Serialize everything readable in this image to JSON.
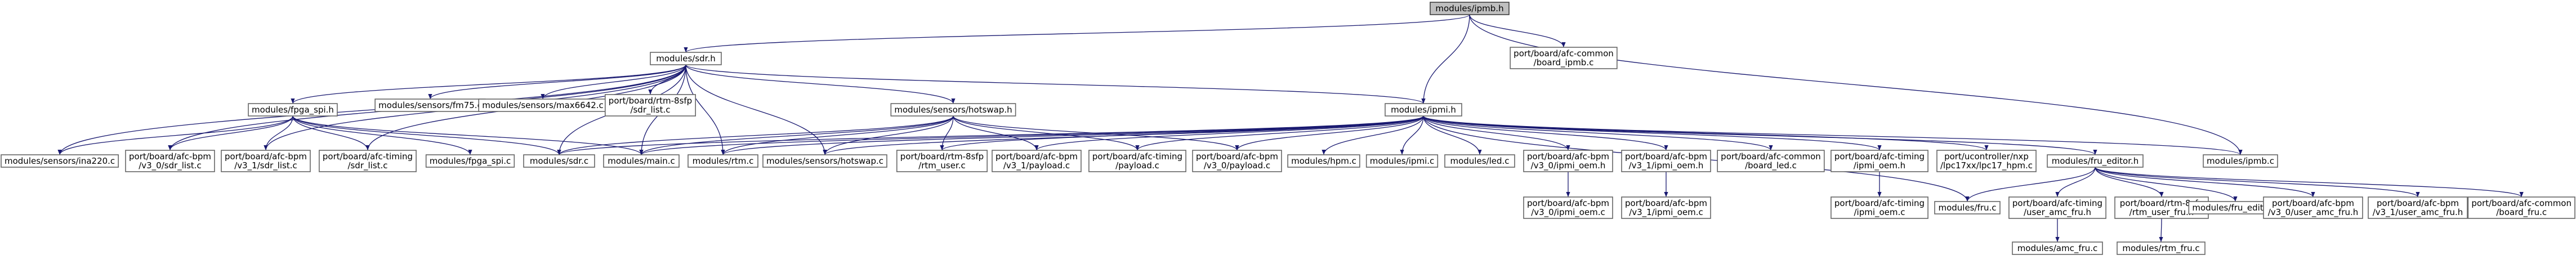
{
  "root": "modules/ipmb.h",
  "nodes": [
    {
      "id": "ipmb_h",
      "lines": [
        "modules/ipmb.h"
      ],
      "root": true
    },
    {
      "id": "sdr_h",
      "lines": [
        "modules/sdr.h"
      ]
    },
    {
      "id": "common_ipmb_c",
      "lines": [
        "port/board/afc-common",
        "/board_ipmb.c"
      ]
    },
    {
      "id": "ipmi_h",
      "lines": [
        "modules/ipmi.h"
      ]
    },
    {
      "id": "ipmb_c",
      "lines": [
        "modules/ipmb.c"
      ]
    },
    {
      "id": "fpga_spi_h",
      "lines": [
        "modules/fpga_spi.h"
      ]
    },
    {
      "id": "fm75_c",
      "lines": [
        "modules/sensors/fm75.c"
      ]
    },
    {
      "id": "max6642_c",
      "lines": [
        "modules/sensors/max6642.c"
      ]
    },
    {
      "id": "rtm8sfp_sdr_list",
      "lines": [
        "port/board/rtm-8sfp",
        "/sdr_list.c"
      ]
    },
    {
      "id": "hotswap_h",
      "lines": [
        "modules/sensors/hotswap.h"
      ]
    },
    {
      "id": "ina220_c",
      "lines": [
        "modules/sensors/ina220.c"
      ]
    },
    {
      "id": "bpm_v3_0_sdr_list",
      "lines": [
        "port/board/afc-bpm",
        "/v3_0/sdr_list.c"
      ]
    },
    {
      "id": "bpm_v3_1_sdr_list",
      "lines": [
        "port/board/afc-bpm",
        "/v3_1/sdr_list.c"
      ]
    },
    {
      "id": "timing_sdr_list",
      "lines": [
        "port/board/afc-timing",
        "/sdr_list.c"
      ]
    },
    {
      "id": "fpga_spi_c",
      "lines": [
        "modules/fpga_spi.c"
      ]
    },
    {
      "id": "sdr_c",
      "lines": [
        "modules/sdr.c"
      ]
    },
    {
      "id": "main_c",
      "lines": [
        "modules/main.c"
      ]
    },
    {
      "id": "rtm_c",
      "lines": [
        "modules/rtm.c"
      ]
    },
    {
      "id": "hotswap_c",
      "lines": [
        "modules/sensors/hotswap.c"
      ]
    },
    {
      "id": "rtm8sfp_rtm_user",
      "lines": [
        "port/board/rtm-8sfp",
        "/rtm_user.c"
      ]
    },
    {
      "id": "bpm_v3_1_payload",
      "lines": [
        "port/board/afc-bpm",
        "/v3_1/payload.c"
      ]
    },
    {
      "id": "timing_payload",
      "lines": [
        "port/board/afc-timing",
        "/payload.c"
      ]
    },
    {
      "id": "bpm_v3_0_payload",
      "lines": [
        "port/board/afc-bpm",
        "/v3_0/payload.c"
      ]
    },
    {
      "id": "hpm_c",
      "lines": [
        "modules/hpm.c"
      ]
    },
    {
      "id": "ipmi_c",
      "lines": [
        "modules/ipmi.c"
      ]
    },
    {
      "id": "led_c",
      "lines": [
        "modules/led.c"
      ]
    },
    {
      "id": "bpm_v3_0_ipmi_oem_h",
      "lines": [
        "port/board/afc-bpm",
        "/v3_0/ipmi_oem.h"
      ]
    },
    {
      "id": "bpm_v3_1_ipmi_oem_h",
      "lines": [
        "port/board/afc-bpm",
        "/v3_1/ipmi_oem.h"
      ]
    },
    {
      "id": "common_board_led",
      "lines": [
        "port/board/afc-common",
        "/board_led.c"
      ]
    },
    {
      "id": "timing_ipmi_oem_h",
      "lines": [
        "port/board/afc-timing",
        "/ipmi_oem.h"
      ]
    },
    {
      "id": "lpc17_hpm",
      "lines": [
        "port/ucontroller/nxp",
        "/lpc17xx/lpc17_hpm.c"
      ]
    },
    {
      "id": "fru_editor_h",
      "lines": [
        "modules/fru_editor.h"
      ]
    },
    {
      "id": "bpm_v3_0_ipmi_oem_c",
      "lines": [
        "port/board/afc-bpm",
        "/v3_0/ipmi_oem.c"
      ]
    },
    {
      "id": "bpm_v3_1_ipmi_oem_c",
      "lines": [
        "port/board/afc-bpm",
        "/v3_1/ipmi_oem.c"
      ]
    },
    {
      "id": "timing_ipmi_oem_c",
      "lines": [
        "port/board/afc-timing",
        "/ipmi_oem.c"
      ]
    },
    {
      "id": "fru_c",
      "lines": [
        "modules/fru.c"
      ]
    },
    {
      "id": "timing_user_amc_fru_h",
      "lines": [
        "port/board/afc-timing",
        "/user_amc_fru.h"
      ]
    },
    {
      "id": "rtm8sfp_user_fru_h",
      "lines": [
        "port/board/rtm-8sfp",
        "/rtm_user_fru.h"
      ]
    },
    {
      "id": "fru_editor_c",
      "lines": [
        "modules/fru_editor.c"
      ]
    },
    {
      "id": "bpm_v3_0_user_amc_fru",
      "lines": [
        "port/board/afc-bpm",
        "/v3_0/user_amc_fru.h"
      ]
    },
    {
      "id": "bpm_v3_1_user_amc_fru",
      "lines": [
        "port/board/afc-bpm",
        "/v3_1/user_amc_fru.h"
      ]
    },
    {
      "id": "common_board_fru",
      "lines": [
        "port/board/afc-common",
        "/board_fru.c"
      ]
    },
    {
      "id": "amc_fru_c",
      "lines": [
        "modules/amc_fru.c"
      ]
    },
    {
      "id": "rtm_fru_c",
      "lines": [
        "modules/rtm_fru.c"
      ]
    }
  ],
  "edges": [
    [
      "ipmb_h",
      "sdr_h"
    ],
    [
      "ipmb_h",
      "common_ipmb_c"
    ],
    [
      "ipmb_h",
      "ipmi_h"
    ],
    [
      "ipmb_h",
      "ipmb_c"
    ],
    [
      "sdr_h",
      "fpga_spi_h"
    ],
    [
      "sdr_h",
      "fm75_c"
    ],
    [
      "sdr_h",
      "max6642_c"
    ],
    [
      "sdr_h",
      "rtm8sfp_sdr_list"
    ],
    [
      "sdr_h",
      "hotswap_h"
    ],
    [
      "sdr_h",
      "ina220_c"
    ],
    [
      "sdr_h",
      "bpm_v3_0_sdr_list"
    ],
    [
      "sdr_h",
      "bpm_v3_1_sdr_list"
    ],
    [
      "sdr_h",
      "timing_sdr_list"
    ],
    [
      "sdr_h",
      "sdr_c"
    ],
    [
      "sdr_h",
      "main_c"
    ],
    [
      "sdr_h",
      "rtm_c"
    ],
    [
      "sdr_h",
      "hotswap_c"
    ],
    [
      "sdr_h",
      "ipmi_h"
    ],
    [
      "fpga_spi_h",
      "ina220_c"
    ],
    [
      "fpga_spi_h",
      "bpm_v3_0_sdr_list"
    ],
    [
      "fpga_spi_h",
      "bpm_v3_1_sdr_list"
    ],
    [
      "fpga_spi_h",
      "timing_sdr_list"
    ],
    [
      "fpga_spi_h",
      "fpga_spi_c"
    ],
    [
      "fpga_spi_h",
      "sdr_c"
    ],
    [
      "fpga_spi_h",
      "main_c"
    ],
    [
      "hotswap_h",
      "sdr_c"
    ],
    [
      "hotswap_h",
      "main_c"
    ],
    [
      "hotswap_h",
      "rtm_c"
    ],
    [
      "hotswap_h",
      "hotswap_c"
    ],
    [
      "hotswap_h",
      "rtm8sfp_rtm_user"
    ],
    [
      "hotswap_h",
      "bpm_v3_1_payload"
    ],
    [
      "hotswap_h",
      "timing_payload"
    ],
    [
      "hotswap_h",
      "bpm_v3_0_payload"
    ],
    [
      "ipmi_h",
      "sdr_c"
    ],
    [
      "ipmi_h",
      "main_c"
    ],
    [
      "ipmi_h",
      "rtm_c"
    ],
    [
      "ipmi_h",
      "hotswap_c"
    ],
    [
      "ipmi_h",
      "rtm8sfp_rtm_user"
    ],
    [
      "ipmi_h",
      "bpm_v3_1_payload"
    ],
    [
      "ipmi_h",
      "timing_payload"
    ],
    [
      "ipmi_h",
      "bpm_v3_0_payload"
    ],
    [
      "ipmi_h",
      "hpm_c"
    ],
    [
      "ipmi_h",
      "ipmi_c"
    ],
    [
      "ipmi_h",
      "led_c"
    ],
    [
      "ipmi_h",
      "bpm_v3_0_ipmi_oem_h"
    ],
    [
      "ipmi_h",
      "bpm_v3_1_ipmi_oem_h"
    ],
    [
      "ipmi_h",
      "common_board_led"
    ],
    [
      "ipmi_h",
      "timing_ipmi_oem_h"
    ],
    [
      "ipmi_h",
      "lpc17_hpm"
    ],
    [
      "ipmi_h",
      "fru_editor_h"
    ],
    [
      "ipmi_h",
      "fru_c"
    ],
    [
      "ipmi_h",
      "ipmb_c"
    ],
    [
      "bpm_v3_0_ipmi_oem_h",
      "bpm_v3_0_ipmi_oem_c"
    ],
    [
      "bpm_v3_1_ipmi_oem_h",
      "bpm_v3_1_ipmi_oem_c"
    ],
    [
      "timing_ipmi_oem_h",
      "timing_ipmi_oem_c"
    ],
    [
      "fru_editor_h",
      "fru_c"
    ],
    [
      "fru_editor_h",
      "timing_user_amc_fru_h"
    ],
    [
      "fru_editor_h",
      "rtm8sfp_user_fru_h"
    ],
    [
      "fru_editor_h",
      "fru_editor_c"
    ],
    [
      "fru_editor_h",
      "bpm_v3_0_user_amc_fru"
    ],
    [
      "fru_editor_h",
      "bpm_v3_1_user_amc_fru"
    ],
    [
      "fru_editor_h",
      "common_board_fru"
    ],
    [
      "timing_user_amc_fru_h",
      "amc_fru_c"
    ],
    [
      "rtm8sfp_user_fru_h",
      "rtm_fru_c"
    ]
  ]
}
